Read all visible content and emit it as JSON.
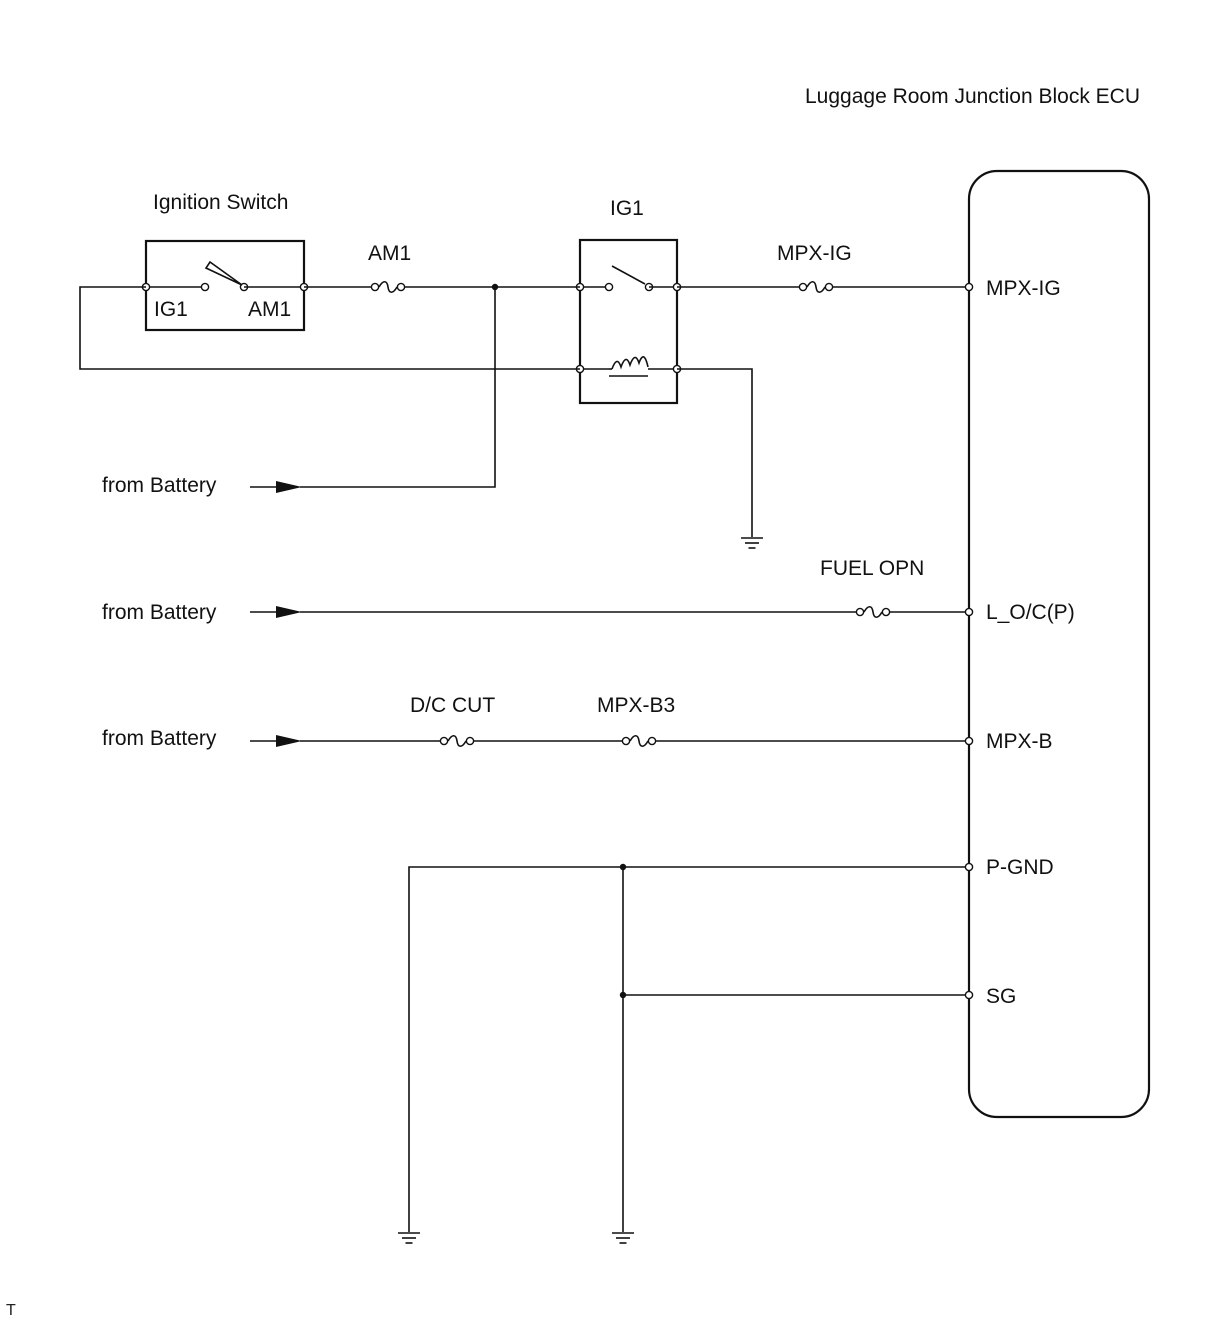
{
  "ecu": {
    "title": "Luggage Room Junction Block ECU"
  },
  "ignition_switch": {
    "title": "Ignition Switch",
    "pin_left": "IG1",
    "pin_right": "AM1"
  },
  "relay": {
    "title": "IG1"
  },
  "fuses": {
    "am1": "AM1",
    "mpx_ig": "MPX-IG",
    "fuel_opn": "FUEL OPN",
    "dc_cut": "D/C CUT",
    "mpx_b3": "MPX-B3"
  },
  "sources": {
    "battery_1": "from Battery",
    "battery_2": "from Battery",
    "battery_3": "from Battery"
  },
  "ecu_pins": {
    "mpx_ig": "MPX-IG",
    "lo_cp": "L_O/C(P)",
    "mpx_b": "MPX-B",
    "p_gnd": "P-GND",
    "sg": "SG"
  },
  "corner_mark": "T",
  "icons": {
    "fuse": "fuse-icon",
    "ground": "ground-icon",
    "coil": "relay-coil-icon",
    "switch": "switch-contact-icon",
    "arrow": "arrow-right-icon"
  }
}
